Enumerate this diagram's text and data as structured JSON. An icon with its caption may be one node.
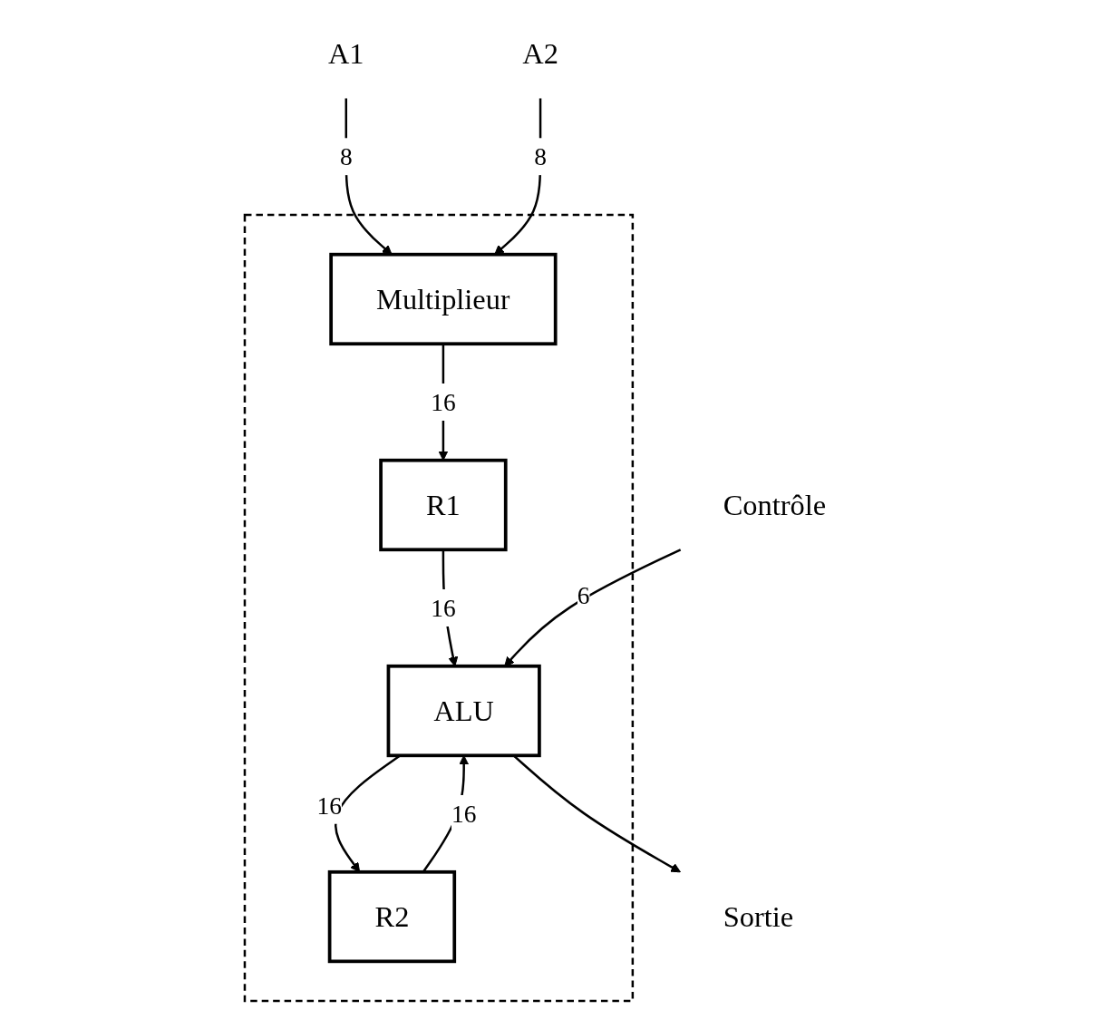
{
  "diagram": {
    "nodes": [
      {
        "text": [],
        "shape": "box"
      },
      {
        "text": [
          "A1"
        ]
      },
      {
        "text": [
          "A2"
        ]
      },
      {
        "text": [
          "Multiplieur"
        ],
        "in": 0
      },
      {
        "text": [
          "R1"
        ],
        "in": 0
      },
      {
        "text": [
          "Contrôle"
        ]
      },
      {
        "text": [
          "ALU"
        ],
        "in": 0
      },
      {
        "text": [
          "Sortie"
        ]
      },
      {
        "text": [
          "R2"
        ],
        "in": 0
      }
    ],
    "edges": [
      {
        "from": 1,
        "to": 3,
        "arrow": "to",
        "label": "8"
      },
      {
        "from": 2,
        "to": 3,
        "arrow": "to",
        "label": "8"
      },
      {
        "from": 3,
        "to": 4,
        "arrow": "to",
        "label": "16"
      },
      {
        "from": 4,
        "to": 6,
        "arrow": "to",
        "label": "16"
      },
      {
        "from": 5,
        "to": 6,
        "arrow": "to",
        "label": "6"
      },
      {
        "from": 6,
        "to": 7,
        "arrow": "to"
      },
      {
        "from": 6,
        "to": 8,
        "arrow": "to",
        "label": "16"
      },
      {
        "from": 8,
        "to": 6,
        "arrow": "to",
        "label": "16"
      }
    ]
  }
}
